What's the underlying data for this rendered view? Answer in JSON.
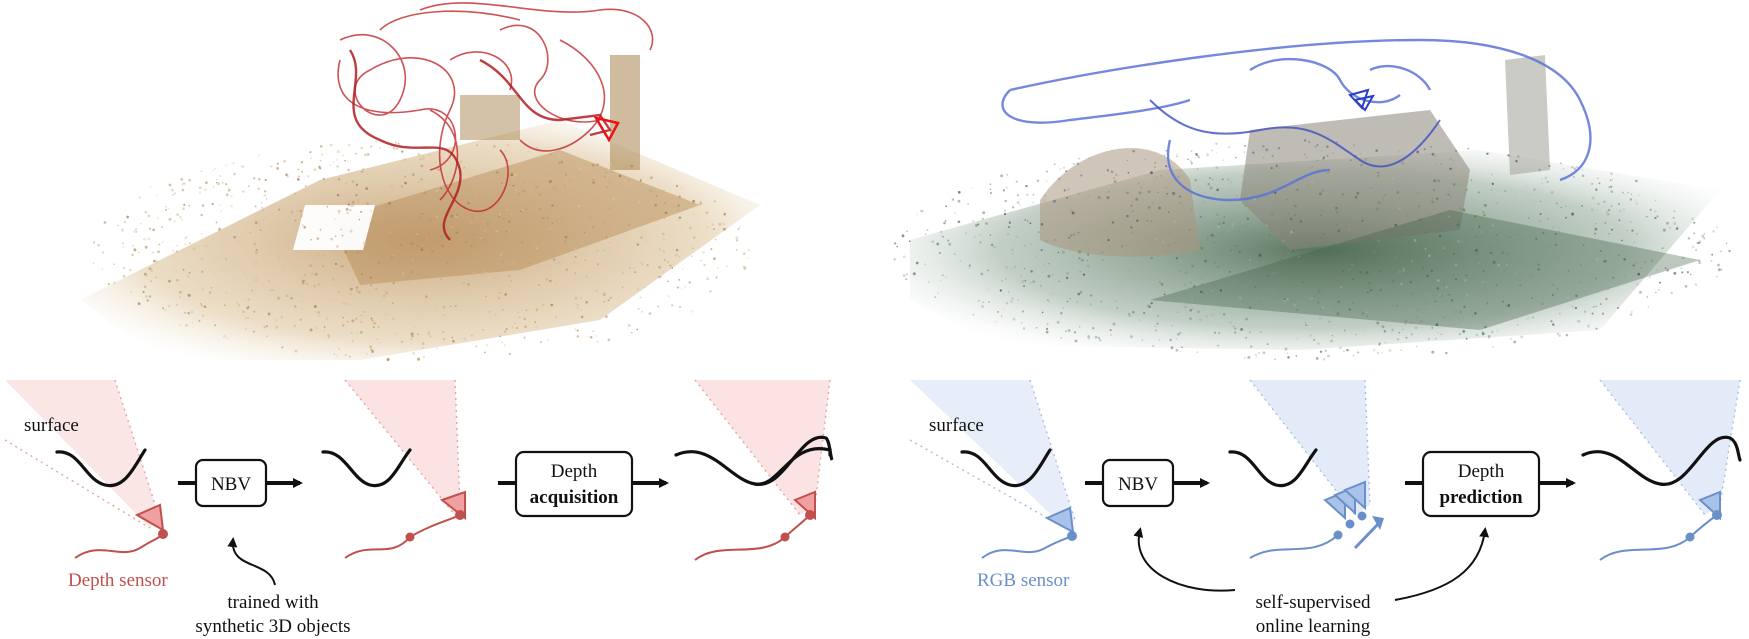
{
  "colors": {
    "depth_accent": "#c0504d",
    "depth_fov": "#f9d9d9",
    "rgb_accent": "#6b8fc9",
    "rgb_fov": "#dfe8f7",
    "point_cloud_tan": "#c9a874",
    "point_cloud_green": "#4f6f52",
    "trajectory_red": "#c0282d",
    "trajectory_blue": "#4a5fc9"
  },
  "left_panel": {
    "surface_label": "surface",
    "sensor_label": "Depth sensor",
    "nbv_label": "NBV",
    "step_box_line1": "Depth",
    "step_box_line2": "acquisition",
    "note_line1": "trained with",
    "note_line2": "synthetic 3D objects"
  },
  "right_panel": {
    "surface_label": "surface",
    "sensor_label": "RGB sensor",
    "nbv_label": "NBV",
    "step_box_line1": "Depth",
    "step_box_line2": "prediction",
    "note_line1": "self-supervised",
    "note_line2": "online learning"
  }
}
